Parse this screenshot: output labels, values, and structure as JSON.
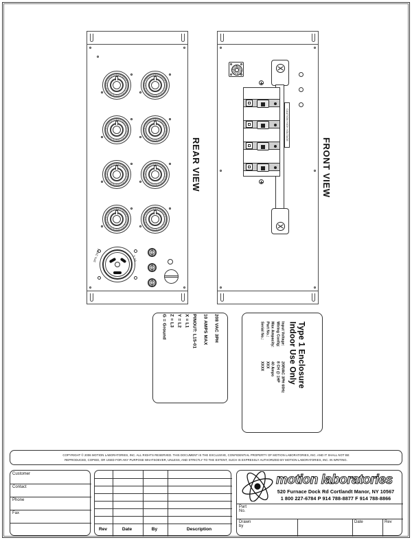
{
  "document": {
    "type": "engineering-drawing",
    "sheet_size": "600x786"
  },
  "views": {
    "rear": {
      "title": "REAR VIEW"
    },
    "front": {
      "title": "FRONT VIEW"
    }
  },
  "rear_panel": {
    "connector_label_left": "3Ph 250V",
    "connector_label_right": "5.0A",
    "connector_count": 8
  },
  "front_panel": {
    "breaker_strip_label": "CAUTION HIGH VOLTAGE",
    "breaker_count": 4
  },
  "pinout_plate": {
    "voltage": "208 VAC 3PH",
    "amps": "10 AMPS MAX",
    "pinout": "PINOUT: L15-01",
    "x": "X = L1",
    "y": "Y = L2",
    "z": "Z = L3",
    "g": "G = Ground"
  },
  "nameplate": {
    "line1": "Type 1 Enclosure",
    "line2": "Indoor Use Only",
    "specs": [
      {
        "key": "Input Voltage:",
        "value": "208VAC 3PH 60Hz"
      },
      {
        "key": "Wiring Config:",
        "value": "8 CH @ 1HP"
      },
      {
        "key": "Max Ampacity:",
        "value": "40 Amps"
      },
      {
        "key": "Part No.:",
        "value": "XXX"
      },
      {
        "key": "Serial No.:",
        "value": "XXXX"
      }
    ]
  },
  "title_block": {
    "copyright_line1": "COPYRIGHT © 2006 MOTION LABORATORIES, INC. ALL RIGHTS RESERVED.  THIS DOCUMENT IS THE EXCLUSIVE, CONFIDENTIAL PROPERTY OF MOTION LABORATORIES, INC. AND IT SHALL NOT BE",
    "copyright_line2": "REPRODUCED, COPIED, OR USED FOR ANY PURPOSE WHATSOEVER, UNLESS, AND STRICTLY TO THE EXTENT, SUCH IS EXPRESSLY AUTHORIZED BY MOTION LABORATORIES, INC. IN WRITING.",
    "customer_fields": [
      {
        "label": "Customer",
        "value": ""
      },
      {
        "label": "Contact",
        "value": ""
      },
      {
        "label": "Phone",
        "value": ""
      },
      {
        "label": "Fax",
        "value": ""
      }
    ],
    "revision_table": {
      "headers": [
        "Rev",
        "Date",
        "By",
        "Description"
      ],
      "rows": [
        [
          "",
          "",
          "",
          ""
        ],
        [
          "",
          "",
          "",
          ""
        ],
        [
          "",
          "",
          "",
          ""
        ],
        [
          "",
          "",
          "",
          ""
        ],
        [
          "",
          "",
          "",
          ""
        ],
        [
          "",
          "",
          "",
          ""
        ],
        [
          "",
          "",
          "",
          ""
        ]
      ]
    },
    "company": {
      "name": "motion laboratories",
      "address": "520 Furnace Dock Rd  Cortlandt Manor, NY 10567",
      "phones": "1 800 227-6784  P 914 788-8877  F 914 788-8866"
    },
    "part_no_label": "Part  No.",
    "part_no_value": "",
    "drawn_by_label": "Drawn  by",
    "drawn_by_value": "",
    "date_label": "Date",
    "date_value": "",
    "rev_label": "Rev",
    "rev_value": ""
  },
  "colors": {
    "line": "#333333",
    "paper": "#ffffff",
    "shade": "#cfcfcf"
  }
}
